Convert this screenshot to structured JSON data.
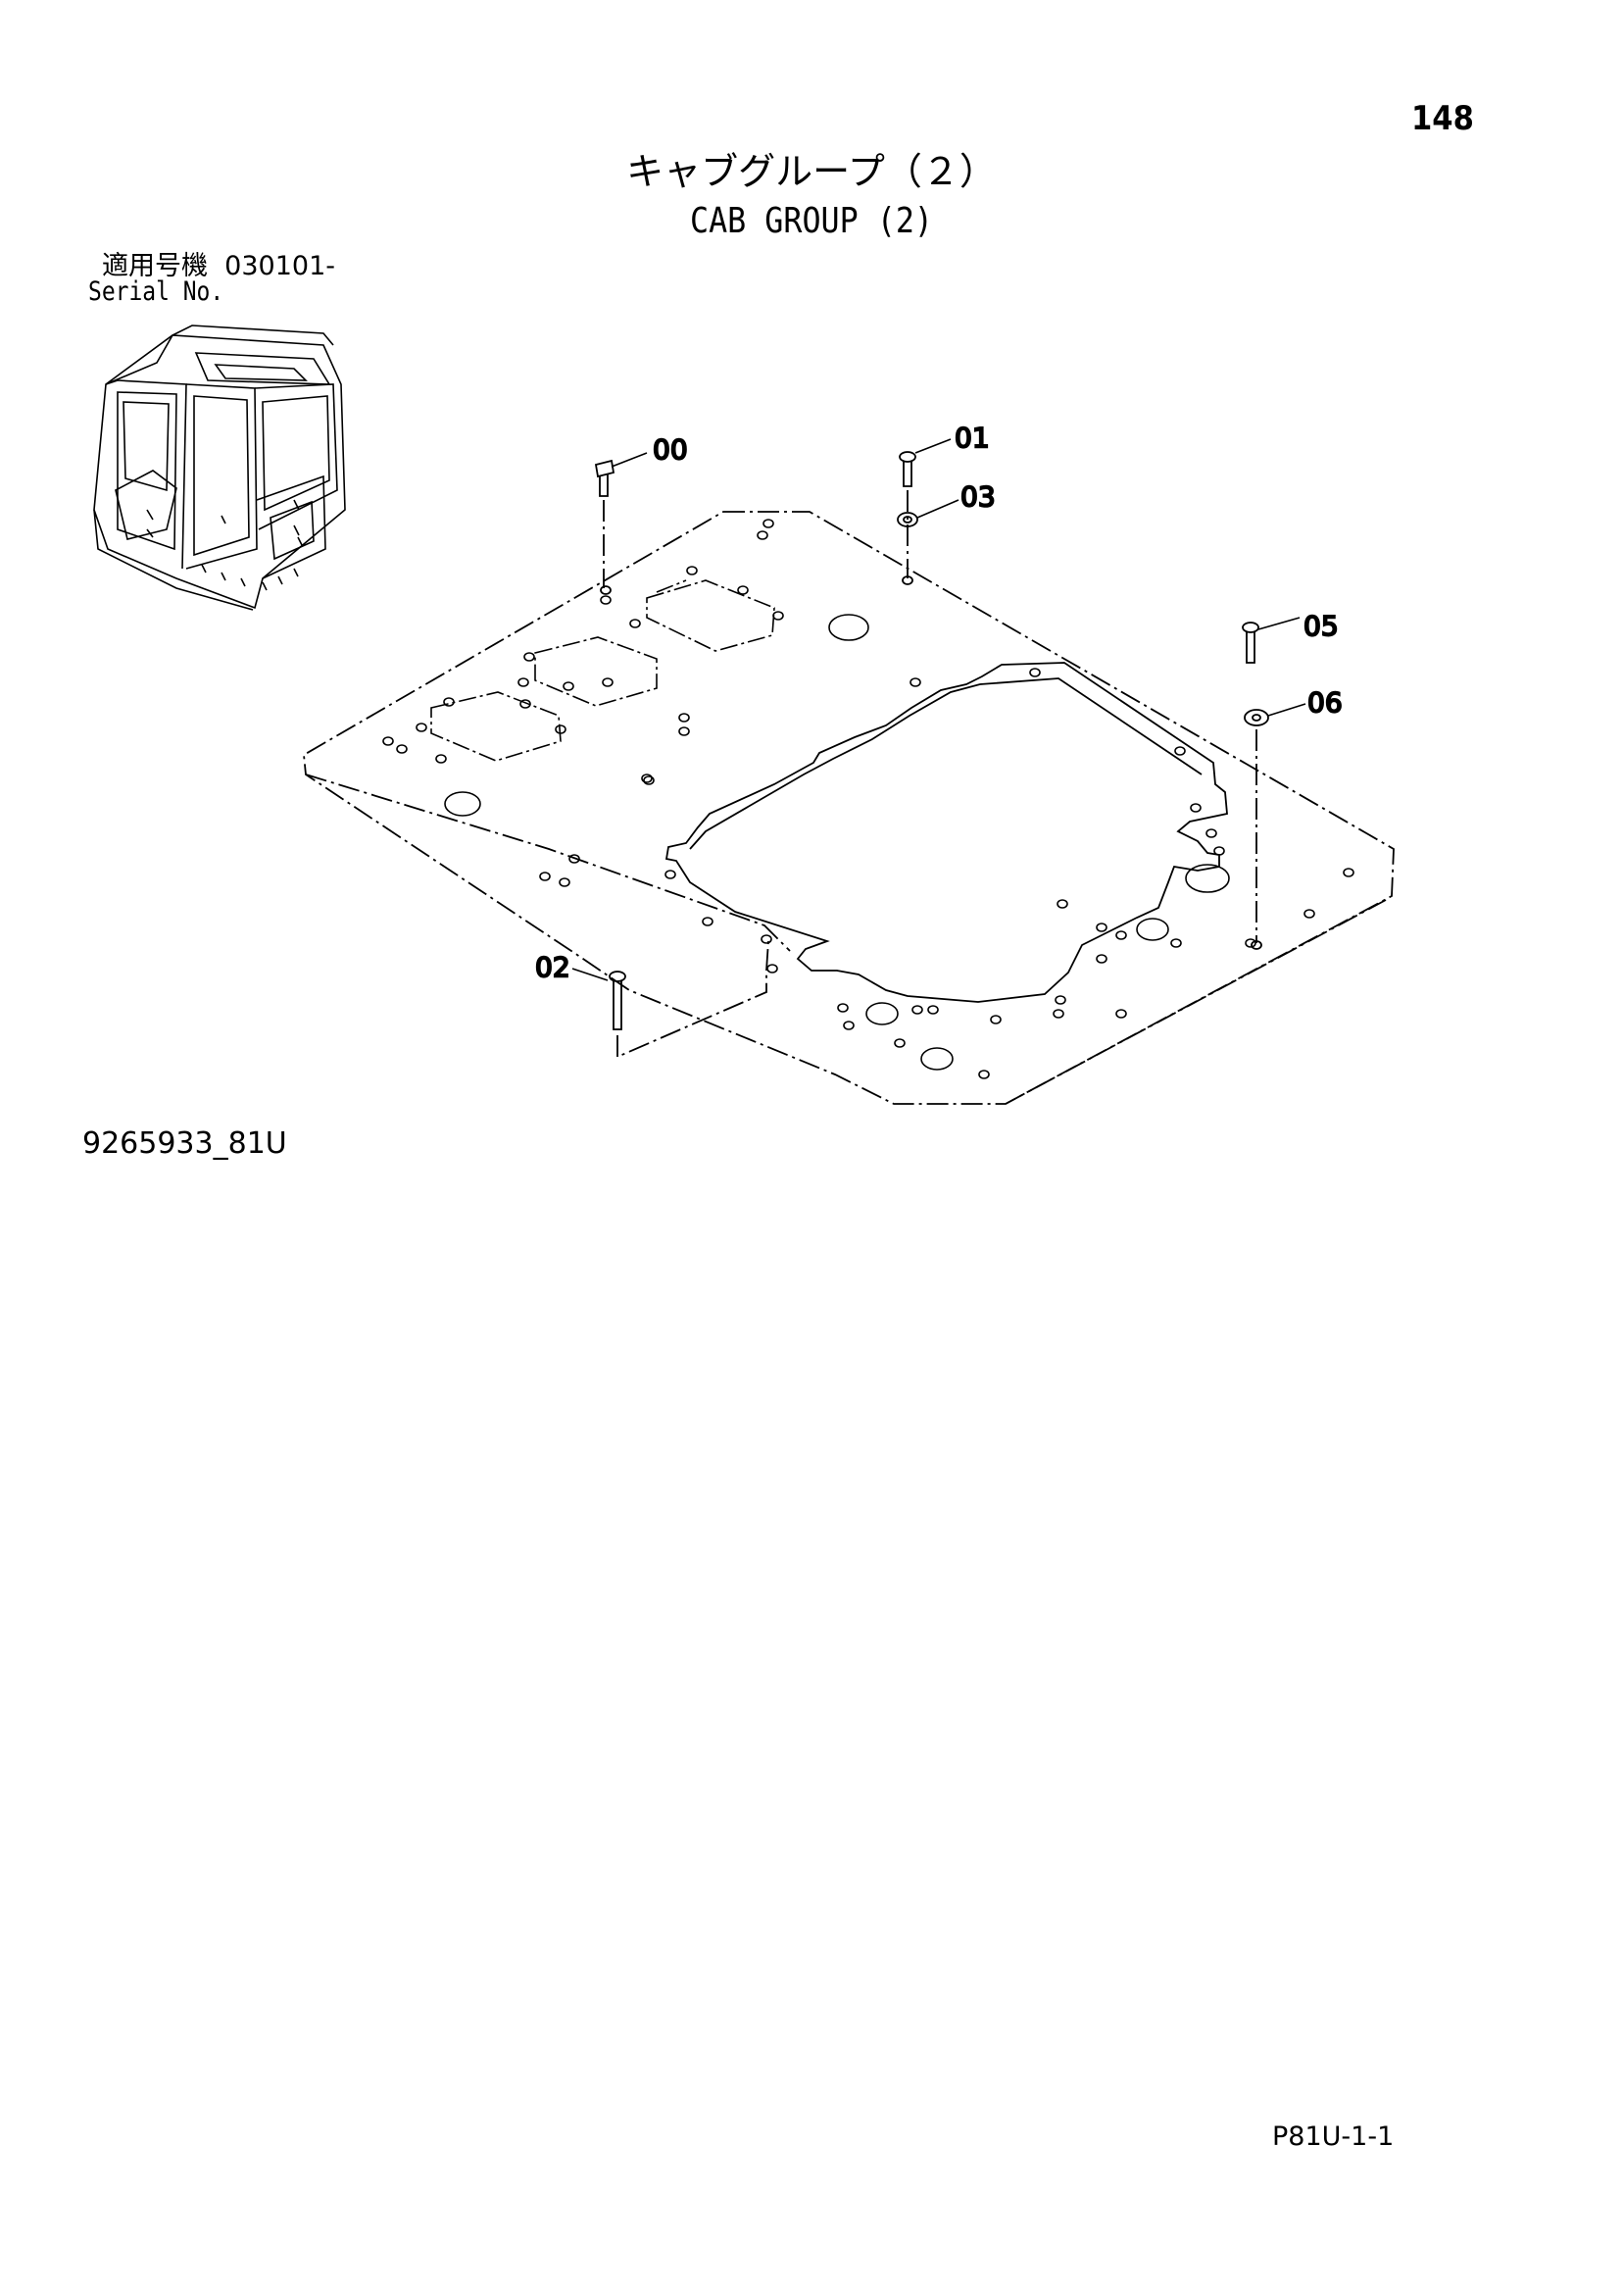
{
  "page_number": "148",
  "title_jp": "キャブグループ（２）",
  "title_en": "CAB GROUP (2)",
  "serial": {
    "label_jp": "適用号機",
    "value": "030101-",
    "label_en": "Serial No."
  },
  "drawing_number": "9265933_81U",
  "page_code": "P81U-1-1",
  "callouts": [
    "00",
    "01",
    "02",
    "03",
    "05",
    "06"
  ]
}
